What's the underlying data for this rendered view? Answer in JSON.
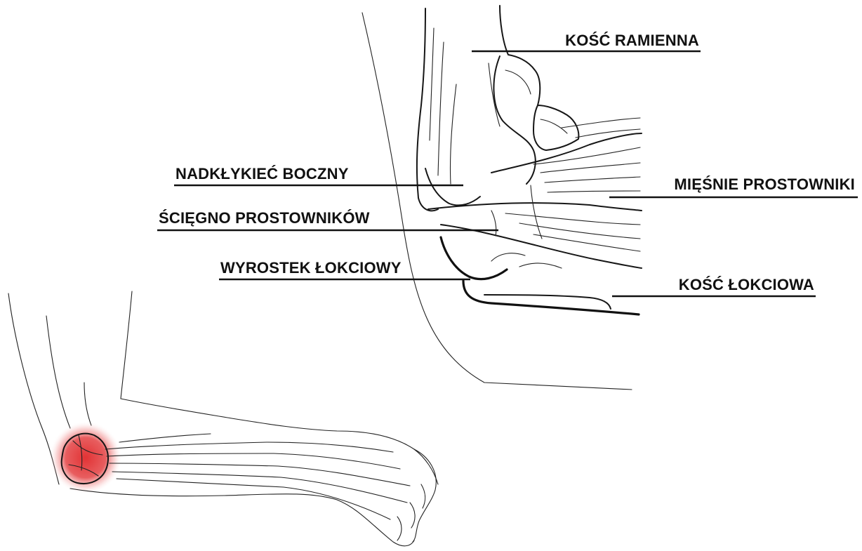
{
  "labels": {
    "humerus": "KOŚĆ RAMIENNA",
    "lateral_epicondyle": "NADKŁYKIEĆ BOCZNY",
    "extensor_muscles": "MIĘŚNIE PROSTOWNIKI",
    "extensor_tendon": "ŚCIĘGNO PROSTOWNIKÓW",
    "olecranon": "WYROSTEK ŁOKCIOWY",
    "ulna": "KOŚĆ ŁOKCIOWA"
  },
  "colors": {
    "ink": "#111111",
    "background": "#ffffff",
    "pain_highlight": "#e0282a"
  }
}
